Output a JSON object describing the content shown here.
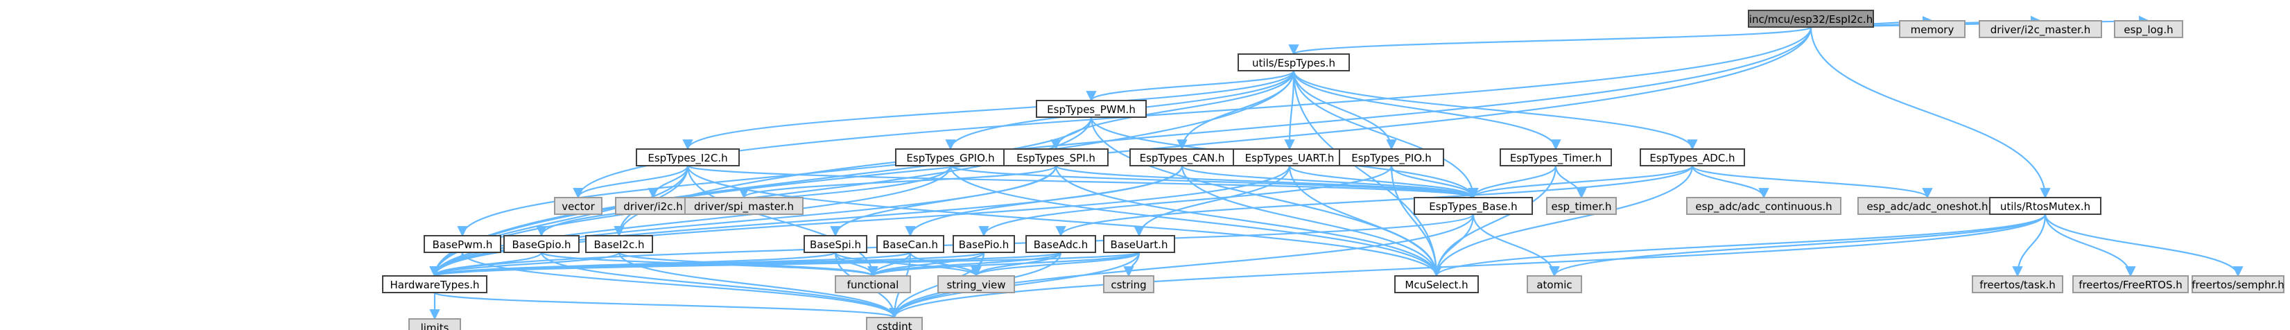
{
  "theme": {
    "edge_color": "#63b8ff",
    "root_fill": "#999999",
    "file_fill": "#ffffff",
    "file_stroke": "#404040",
    "system_fill": "#e0e0e0",
    "system_stroke": "#999999",
    "text_color": "#000000"
  },
  "nodes": [
    {
      "id": "root",
      "label": "inc/mcu/esp32/EspI2c.h",
      "kind": "root"
    },
    {
      "id": "esptypes",
      "label": "utils/EspTypes.h",
      "kind": "file"
    },
    {
      "id": "memory",
      "label": "memory",
      "kind": "system"
    },
    {
      "id": "drv_i2c_master",
      "label": "driver/i2c_master.h",
      "kind": "system"
    },
    {
      "id": "esp_log",
      "label": "esp_log.h",
      "kind": "system"
    },
    {
      "id": "pwm_t",
      "label": "EspTypes_PWM.h",
      "kind": "file"
    },
    {
      "id": "i2c_t",
      "label": "EspTypes_I2C.h",
      "kind": "file"
    },
    {
      "id": "gpio_t",
      "label": "EspTypes_GPIO.h",
      "kind": "file"
    },
    {
      "id": "spi_t",
      "label": "EspTypes_SPI.h",
      "kind": "file"
    },
    {
      "id": "can_t",
      "label": "EspTypes_CAN.h",
      "kind": "file"
    },
    {
      "id": "uart_t",
      "label": "EspTypes_UART.h",
      "kind": "file"
    },
    {
      "id": "pio_t",
      "label": "EspTypes_PIO.h",
      "kind": "file"
    },
    {
      "id": "timer_t",
      "label": "EspTypes_Timer.h",
      "kind": "file"
    },
    {
      "id": "adc_t",
      "label": "EspTypes_ADC.h",
      "kind": "file"
    },
    {
      "id": "vector",
      "label": "vector",
      "kind": "system"
    },
    {
      "id": "drv_i2c",
      "label": "driver/i2c.h",
      "kind": "system"
    },
    {
      "id": "drv_spi",
      "label": "driver/spi_master.h",
      "kind": "system"
    },
    {
      "id": "base_t",
      "label": "EspTypes_Base.h",
      "kind": "file"
    },
    {
      "id": "esp_timer",
      "label": "esp_timer.h",
      "kind": "system"
    },
    {
      "id": "adc_cont",
      "label": "esp_adc/adc_continuous.h",
      "kind": "system"
    },
    {
      "id": "adc_one",
      "label": "esp_adc/adc_oneshot.h",
      "kind": "system"
    },
    {
      "id": "rtosmutex",
      "label": "utils/RtosMutex.h",
      "kind": "file"
    },
    {
      "id": "basepwm",
      "label": "BasePwm.h",
      "kind": "file"
    },
    {
      "id": "basegpio",
      "label": "BaseGpio.h",
      "kind": "file"
    },
    {
      "id": "basei2c",
      "label": "BaseI2c.h",
      "kind": "file"
    },
    {
      "id": "basespi",
      "label": "BaseSpi.h",
      "kind": "file"
    },
    {
      "id": "basecan",
      "label": "BaseCan.h",
      "kind": "file"
    },
    {
      "id": "basepio",
      "label": "BasePio.h",
      "kind": "file"
    },
    {
      "id": "baseadc",
      "label": "BaseAdc.h",
      "kind": "file"
    },
    {
      "id": "baseuart",
      "label": "BaseUart.h",
      "kind": "file"
    },
    {
      "id": "cstring",
      "label": "cstring",
      "kind": "system"
    },
    {
      "id": "hwtypes",
      "label": "HardwareTypes.h",
      "kind": "file"
    },
    {
      "id": "functional",
      "label": "functional",
      "kind": "system"
    },
    {
      "id": "string_view",
      "label": "string_view",
      "kind": "system"
    },
    {
      "id": "mcuselect",
      "label": "McuSelect.h",
      "kind": "file"
    },
    {
      "id": "atomic",
      "label": "atomic",
      "kind": "system"
    },
    {
      "id": "fr_task",
      "label": "freertos/task.h",
      "kind": "system"
    },
    {
      "id": "fr_rtos",
      "label": "freertos/FreeRTOS.h",
      "kind": "system"
    },
    {
      "id": "fr_semphr",
      "label": "freertos/semphr.h",
      "kind": "system"
    },
    {
      "id": "limits",
      "label": "limits",
      "kind": "system"
    },
    {
      "id": "cstdint",
      "label": "cstdint",
      "kind": "system"
    }
  ],
  "edges": [
    [
      "root",
      "esptypes"
    ],
    [
      "root",
      "memory"
    ],
    [
      "root",
      "drv_i2c_master"
    ],
    [
      "root",
      "esp_log"
    ],
    [
      "root",
      "rtosmutex"
    ],
    [
      "root",
      "basei2c"
    ],
    [
      "root",
      "vector"
    ],
    [
      "root",
      "hwtypes"
    ],
    [
      "esptypes",
      "pwm_t"
    ],
    [
      "esptypes",
      "i2c_t"
    ],
    [
      "esptypes",
      "gpio_t"
    ],
    [
      "esptypes",
      "spi_t"
    ],
    [
      "esptypes",
      "can_t"
    ],
    [
      "esptypes",
      "uart_t"
    ],
    [
      "esptypes",
      "pio_t"
    ],
    [
      "esptypes",
      "timer_t"
    ],
    [
      "esptypes",
      "adc_t"
    ],
    [
      "esptypes",
      "base_t"
    ],
    [
      "esptypes",
      "mcuselect"
    ],
    [
      "esptypes",
      "hwtypes"
    ],
    [
      "pwm_t",
      "base_t"
    ],
    [
      "pwm_t",
      "mcuselect"
    ],
    [
      "pwm_t",
      "basepwm"
    ],
    [
      "pwm_t",
      "hwtypes"
    ],
    [
      "i2c_t",
      "base_t"
    ],
    [
      "i2c_t",
      "mcuselect"
    ],
    [
      "i2c_t",
      "basei2c"
    ],
    [
      "i2c_t",
      "drv_i2c"
    ],
    [
      "i2c_t",
      "vector"
    ],
    [
      "i2c_t",
      "hwtypes"
    ],
    [
      "i2c_t",
      "functional"
    ],
    [
      "gpio_t",
      "base_t"
    ],
    [
      "gpio_t",
      "mcuselect"
    ],
    [
      "gpio_t",
      "basegpio"
    ],
    [
      "gpio_t",
      "hwtypes"
    ],
    [
      "spi_t",
      "base_t"
    ],
    [
      "spi_t",
      "mcuselect"
    ],
    [
      "spi_t",
      "basespi"
    ],
    [
      "spi_t",
      "drv_spi"
    ],
    [
      "spi_t",
      "hwtypes"
    ],
    [
      "can_t",
      "base_t"
    ],
    [
      "can_t",
      "mcuselect"
    ],
    [
      "can_t",
      "basecan"
    ],
    [
      "can_t",
      "hwtypes"
    ],
    [
      "uart_t",
      "base_t"
    ],
    [
      "uart_t",
      "mcuselect"
    ],
    [
      "uart_t",
      "baseuart"
    ],
    [
      "uart_t",
      "hwtypes"
    ],
    [
      "pio_t",
      "base_t"
    ],
    [
      "pio_t",
      "mcuselect"
    ],
    [
      "pio_t",
      "basepio"
    ],
    [
      "timer_t",
      "base_t"
    ],
    [
      "timer_t",
      "mcuselect"
    ],
    [
      "timer_t",
      "esp_timer"
    ],
    [
      "adc_t",
      "base_t"
    ],
    [
      "adc_t",
      "mcuselect"
    ],
    [
      "adc_t",
      "baseadc"
    ],
    [
      "adc_t",
      "adc_cont"
    ],
    [
      "adc_t",
      "adc_one"
    ],
    [
      "base_t",
      "mcuselect"
    ],
    [
      "base_t",
      "atomic"
    ],
    [
      "base_t",
      "cstdint"
    ],
    [
      "base_t",
      "hwtypes"
    ],
    [
      "rtosmutex",
      "fr_task"
    ],
    [
      "rtosmutex",
      "fr_rtos"
    ],
    [
      "rtosmutex",
      "fr_semphr"
    ],
    [
      "rtosmutex",
      "atomic"
    ],
    [
      "rtosmutex",
      "mcuselect"
    ],
    [
      "rtosmutex",
      "cstdint"
    ],
    [
      "basepwm",
      "hwtypes"
    ],
    [
      "basepwm",
      "cstdint"
    ],
    [
      "basegpio",
      "hwtypes"
    ],
    [
      "basegpio",
      "cstdint"
    ],
    [
      "basegpio",
      "functional"
    ],
    [
      "basei2c",
      "hwtypes"
    ],
    [
      "basei2c",
      "cstdint"
    ],
    [
      "basei2c",
      "functional"
    ],
    [
      "basespi",
      "hwtypes"
    ],
    [
      "basespi",
      "cstdint"
    ],
    [
      "basespi",
      "functional"
    ],
    [
      "basespi",
      "string_view"
    ],
    [
      "basecan",
      "hwtypes"
    ],
    [
      "basecan",
      "cstdint"
    ],
    [
      "basecan",
      "functional"
    ],
    [
      "basecan",
      "string_view"
    ],
    [
      "basepio",
      "hwtypes"
    ],
    [
      "basepio",
      "cstdint"
    ],
    [
      "basepio",
      "functional"
    ],
    [
      "basepio",
      "string_view"
    ],
    [
      "baseadc",
      "hwtypes"
    ],
    [
      "baseadc",
      "cstdint"
    ],
    [
      "baseadc",
      "functional"
    ],
    [
      "baseadc",
      "string_view"
    ],
    [
      "baseuart",
      "hwtypes"
    ],
    [
      "baseuart",
      "cstdint"
    ],
    [
      "baseuart",
      "cstring"
    ],
    [
      "baseuart",
      "string_view"
    ],
    [
      "baseuart",
      "functional"
    ],
    [
      "hwtypes",
      "limits"
    ],
    [
      "hwtypes",
      "cstdint"
    ]
  ]
}
